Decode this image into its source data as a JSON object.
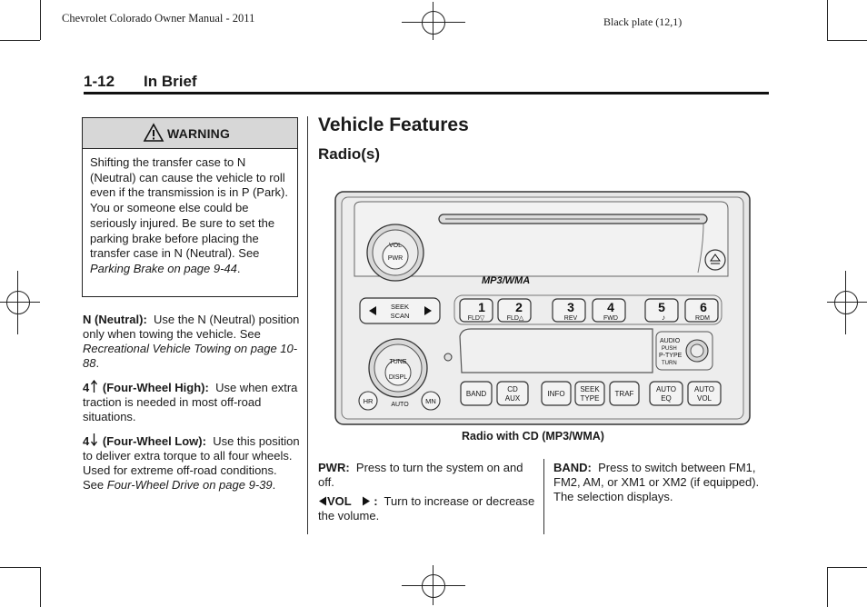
{
  "header": {
    "manual_title": "Chevrolet Colorado Owner Manual - 2011",
    "plate": "Black plate (12,1)"
  },
  "section": {
    "number": "1-12",
    "title": "In Brief"
  },
  "warning": {
    "title": "WARNING",
    "text_main": "Shifting the transfer case to N (Neutral) can cause the vehicle to roll even if the transmission is in P (Park). You or someone else could be seriously injured. Be sure to set the parking brake before placing the transfer case in N (Neutral). See ",
    "link": "Parking Brake on page 9-44",
    "end": "."
  },
  "neutral": {
    "term": "N (Neutral):",
    "text": "Use the N (Neutral) position only when towing the vehicle. See ",
    "link": "Recreational Vehicle Towing on page 10-88",
    "end": "."
  },
  "four_high": {
    "term": "4",
    "term_rest": "(Four-Wheel High):",
    "text": "Use when extra traction is needed in most off-road situations."
  },
  "four_low": {
    "term": "4",
    "term_rest": "(Four-Wheel Low):",
    "text": "Use this position to deliver extra torque to all four wheels. Used for extreme off-road conditions. See ",
    "link": "Four-Wheel Drive on page 9-39",
    "end": "."
  },
  "vehicle_features": {
    "heading": "Vehicle Features",
    "subheading": "Radio(s)"
  },
  "radio": {
    "caption": "Radio with CD (MP3/WMA)",
    "logo": "MP3/WMA",
    "knob_top": [
      "VOL",
      "PWR"
    ],
    "knob_bottom": [
      "TUNE",
      "DISPL"
    ],
    "seek_scan": [
      "SEEK",
      "SCAN"
    ],
    "presets": [
      {
        "num": "1",
        "label": "FLD▽"
      },
      {
        "num": "2",
        "label": "FLD△"
      },
      {
        "num": "3",
        "label": "REV"
      },
      {
        "num": "4",
        "label": "FWD"
      },
      {
        "num": "5",
        "label": "♪"
      },
      {
        "num": "6",
        "label": "RDM"
      }
    ],
    "hr": "HR",
    "auto": "AUTO",
    "mn": "MN",
    "audio_label": [
      "AUDIO",
      "PUSH",
      "P-TYPE",
      "TURN"
    ],
    "bottom_buttons": {
      "band": "BAND",
      "cd_aux": [
        "CD",
        "AUX"
      ],
      "info": "INFO",
      "seek_type": [
        "SEEK",
        "TYPE"
      ],
      "traf": "TRAF",
      "auto_eq": [
        "AUTO",
        "EQ"
      ],
      "auto_vol": [
        "AUTO",
        "VOL"
      ]
    }
  },
  "pwr": {
    "term": "PWR:",
    "text": "Press to turn the system on and off."
  },
  "vol": {
    "term": "VOL",
    "colon": ":",
    "text": "Turn to increase or decrease the volume."
  },
  "band": {
    "term": "BAND:",
    "text": "Press to switch between FM1, FM2, AM, or XM1 or XM2 (if equipped). The selection displays."
  }
}
